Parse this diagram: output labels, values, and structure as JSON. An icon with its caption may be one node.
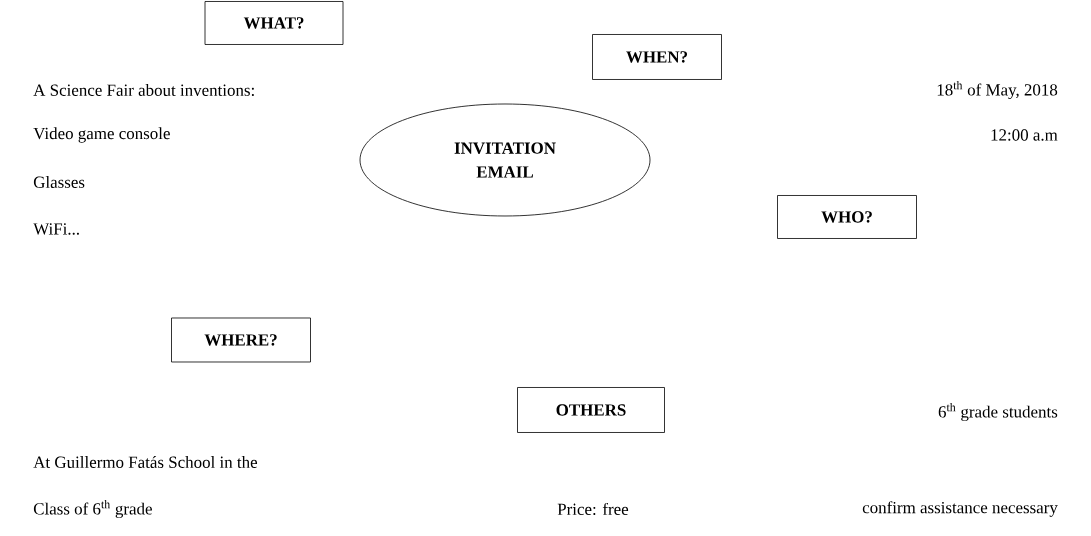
{
  "diagram": {
    "nodes": [
      {
        "text": [
          "WHAT?"
        ]
      },
      {
        "text": [
          "WHEN?"
        ]
      },
      {
        "text": [
          "INVITATION EMAIL"
        ]
      },
      {
        "text": [
          "WHO?"
        ]
      },
      {
        "text": [
          "WHERE?"
        ]
      },
      {
        "text": [
          "OTHERS"
        ]
      }
    ],
    "labels": [
      "A Science Fair about inventions:",
      "18$^{th}$ of May, 2018",
      "Video game console",
      "12:00 a.m",
      "Glasses",
      "WiFi...",
      "6$^{th}$ grade students",
      "At Guillermo Fatás School in the",
      "Class of 6$^{th}$ grade",
      "Price: free",
      "confirm assistance necessary"
    ]
  }
}
